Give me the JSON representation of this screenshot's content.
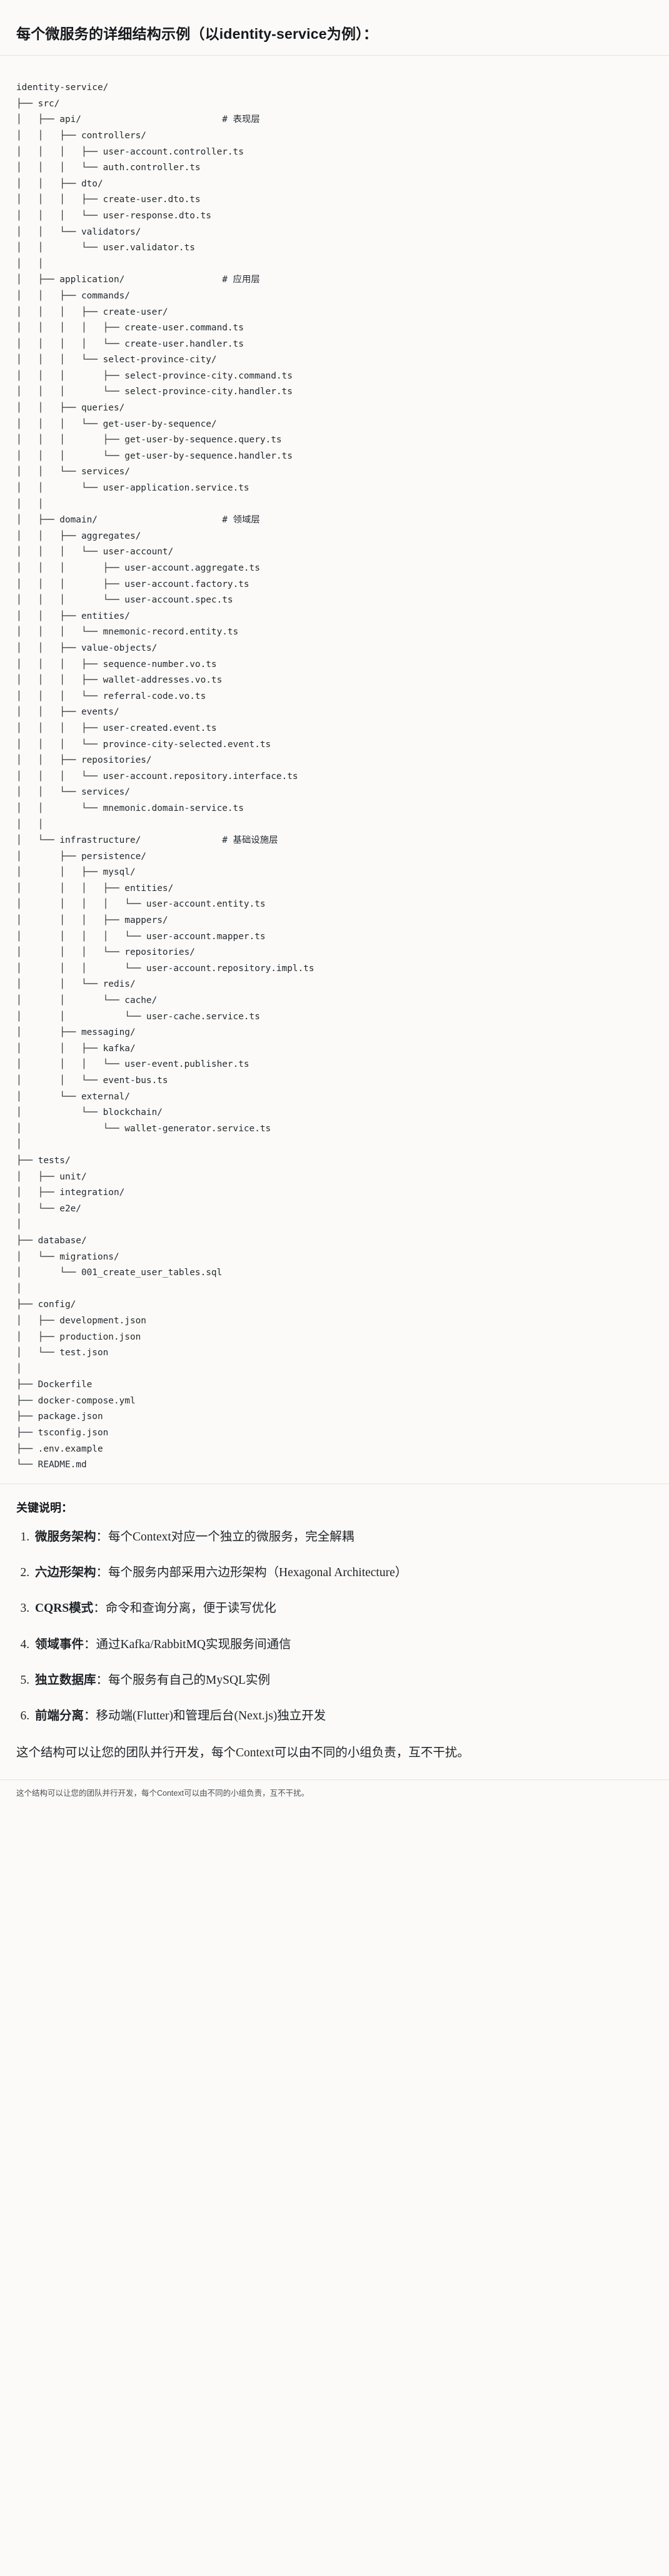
{
  "heading": "每个微服务的详细结构示例（以identity-service为例）：",
  "tree": {
    "root": "identity-service/",
    "lines": [
      "identity-service/",
      "├── src/",
      "│   ├── api/                          # 表现层",
      "│   │   ├── controllers/",
      "│   │   │   ├── user-account.controller.ts",
      "│   │   │   └── auth.controller.ts",
      "│   │   ├── dto/",
      "│   │   │   ├── create-user.dto.ts",
      "│   │   │   └── user-response.dto.ts",
      "│   │   └── validators/",
      "│   │       └── user.validator.ts",
      "│   │",
      "│   ├── application/                  # 应用层",
      "│   │   ├── commands/",
      "│   │   │   ├── create-user/",
      "│   │   │   │   ├── create-user.command.ts",
      "│   │   │   │   └── create-user.handler.ts",
      "│   │   │   └── select-province-city/",
      "│   │   │       ├── select-province-city.command.ts",
      "│   │   │       └── select-province-city.handler.ts",
      "│   │   ├── queries/",
      "│   │   │   └── get-user-by-sequence/",
      "│   │   │       ├── get-user-by-sequence.query.ts",
      "│   │   │       └── get-user-by-sequence.handler.ts",
      "│   │   └── services/",
      "│   │       └── user-application.service.ts",
      "│   │",
      "│   ├── domain/                       # 领域层",
      "│   │   ├── aggregates/",
      "│   │   │   └── user-account/",
      "│   │   │       ├── user-account.aggregate.ts",
      "│   │   │       ├── user-account.factory.ts",
      "│   │   │       └── user-account.spec.ts",
      "│   │   ├── entities/",
      "│   │   │   └── mnemonic-record.entity.ts",
      "│   │   ├── value-objects/",
      "│   │   │   ├── sequence-number.vo.ts",
      "│   │   │   ├── wallet-addresses.vo.ts",
      "│   │   │   └── referral-code.vo.ts",
      "│   │   ├── events/",
      "│   │   │   ├── user-created.event.ts",
      "│   │   │   └── province-city-selected.event.ts",
      "│   │   ├── repositories/",
      "│   │   │   └── user-account.repository.interface.ts",
      "│   │   └── services/",
      "│   │       └── mnemonic.domain-service.ts",
      "│   │",
      "│   └── infrastructure/               # 基础设施层",
      "│       ├── persistence/",
      "│       │   ├── mysql/",
      "│       │   │   ├── entities/",
      "│       │   │   │   └── user-account.entity.ts",
      "│       │   │   ├── mappers/",
      "│       │   │   │   └── user-account.mapper.ts",
      "│       │   │   └── repositories/",
      "│       │   │       └── user-account.repository.impl.ts",
      "│       │   └── redis/",
      "│       │       └── cache/",
      "│       │           └── user-cache.service.ts",
      "│       ├── messaging/",
      "│       │   ├── kafka/",
      "│       │   │   └── user-event.publisher.ts",
      "│       │   └── event-bus.ts",
      "│       └── external/",
      "│           └── blockchain/",
      "│               └── wallet-generator.service.ts",
      "│",
      "├── tests/",
      "│   ├── unit/",
      "│   ├── integration/",
      "│   └── e2e/",
      "│",
      "├── database/",
      "│   └── migrations/",
      "│       └── 001_create_user_tables.sql",
      "│",
      "├── config/",
      "│   ├── development.json",
      "│   ├── production.json",
      "│   └── test.json",
      "│",
      "├── Dockerfile",
      "├── docker-compose.yml",
      "├── package.json",
      "├── tsconfig.json",
      "├── .env.example",
      "└── README.md"
    ],
    "comments": [
      {
        "target": "api/",
        "text": "# 表现层"
      },
      {
        "target": "application/",
        "text": "# 应用层"
      },
      {
        "target": "domain/",
        "text": "# 领域层"
      },
      {
        "target": "infrastructure/",
        "text": "# 基础设施层"
      }
    ]
  },
  "notes": {
    "title": "关键说明：",
    "items": [
      {
        "term": "微服务架构",
        "sep": "：",
        "desc": "每个Context对应一个独立的微服务，完全解耦"
      },
      {
        "term": "六边形架构",
        "sep": "：",
        "desc": "每个服务内部采用六边形架构（Hexagonal Architecture）"
      },
      {
        "term": "CQRS模式",
        "sep": "：",
        "desc": "命令和查询分离，便于读写优化"
      },
      {
        "term": "领域事件",
        "sep": "：",
        "desc": "通过Kafka/RabbitMQ实现服务间通信"
      },
      {
        "term": "独立数据库",
        "sep": "：",
        "desc": "每个服务有自己的MySQL实例"
      },
      {
        "term": "前端分离",
        "sep": "：",
        "desc": "移动端(Flutter)和管理后台(Next.js)独立开发"
      }
    ],
    "closing": "这个结构可以让您的团队并行开发，每个Context可以由不同的小组负责，互不干扰。"
  },
  "footer": {
    "text": "这个结构可以让您的团队并行开发，每个Context可以由不同的小组负责，互不干扰。"
  }
}
